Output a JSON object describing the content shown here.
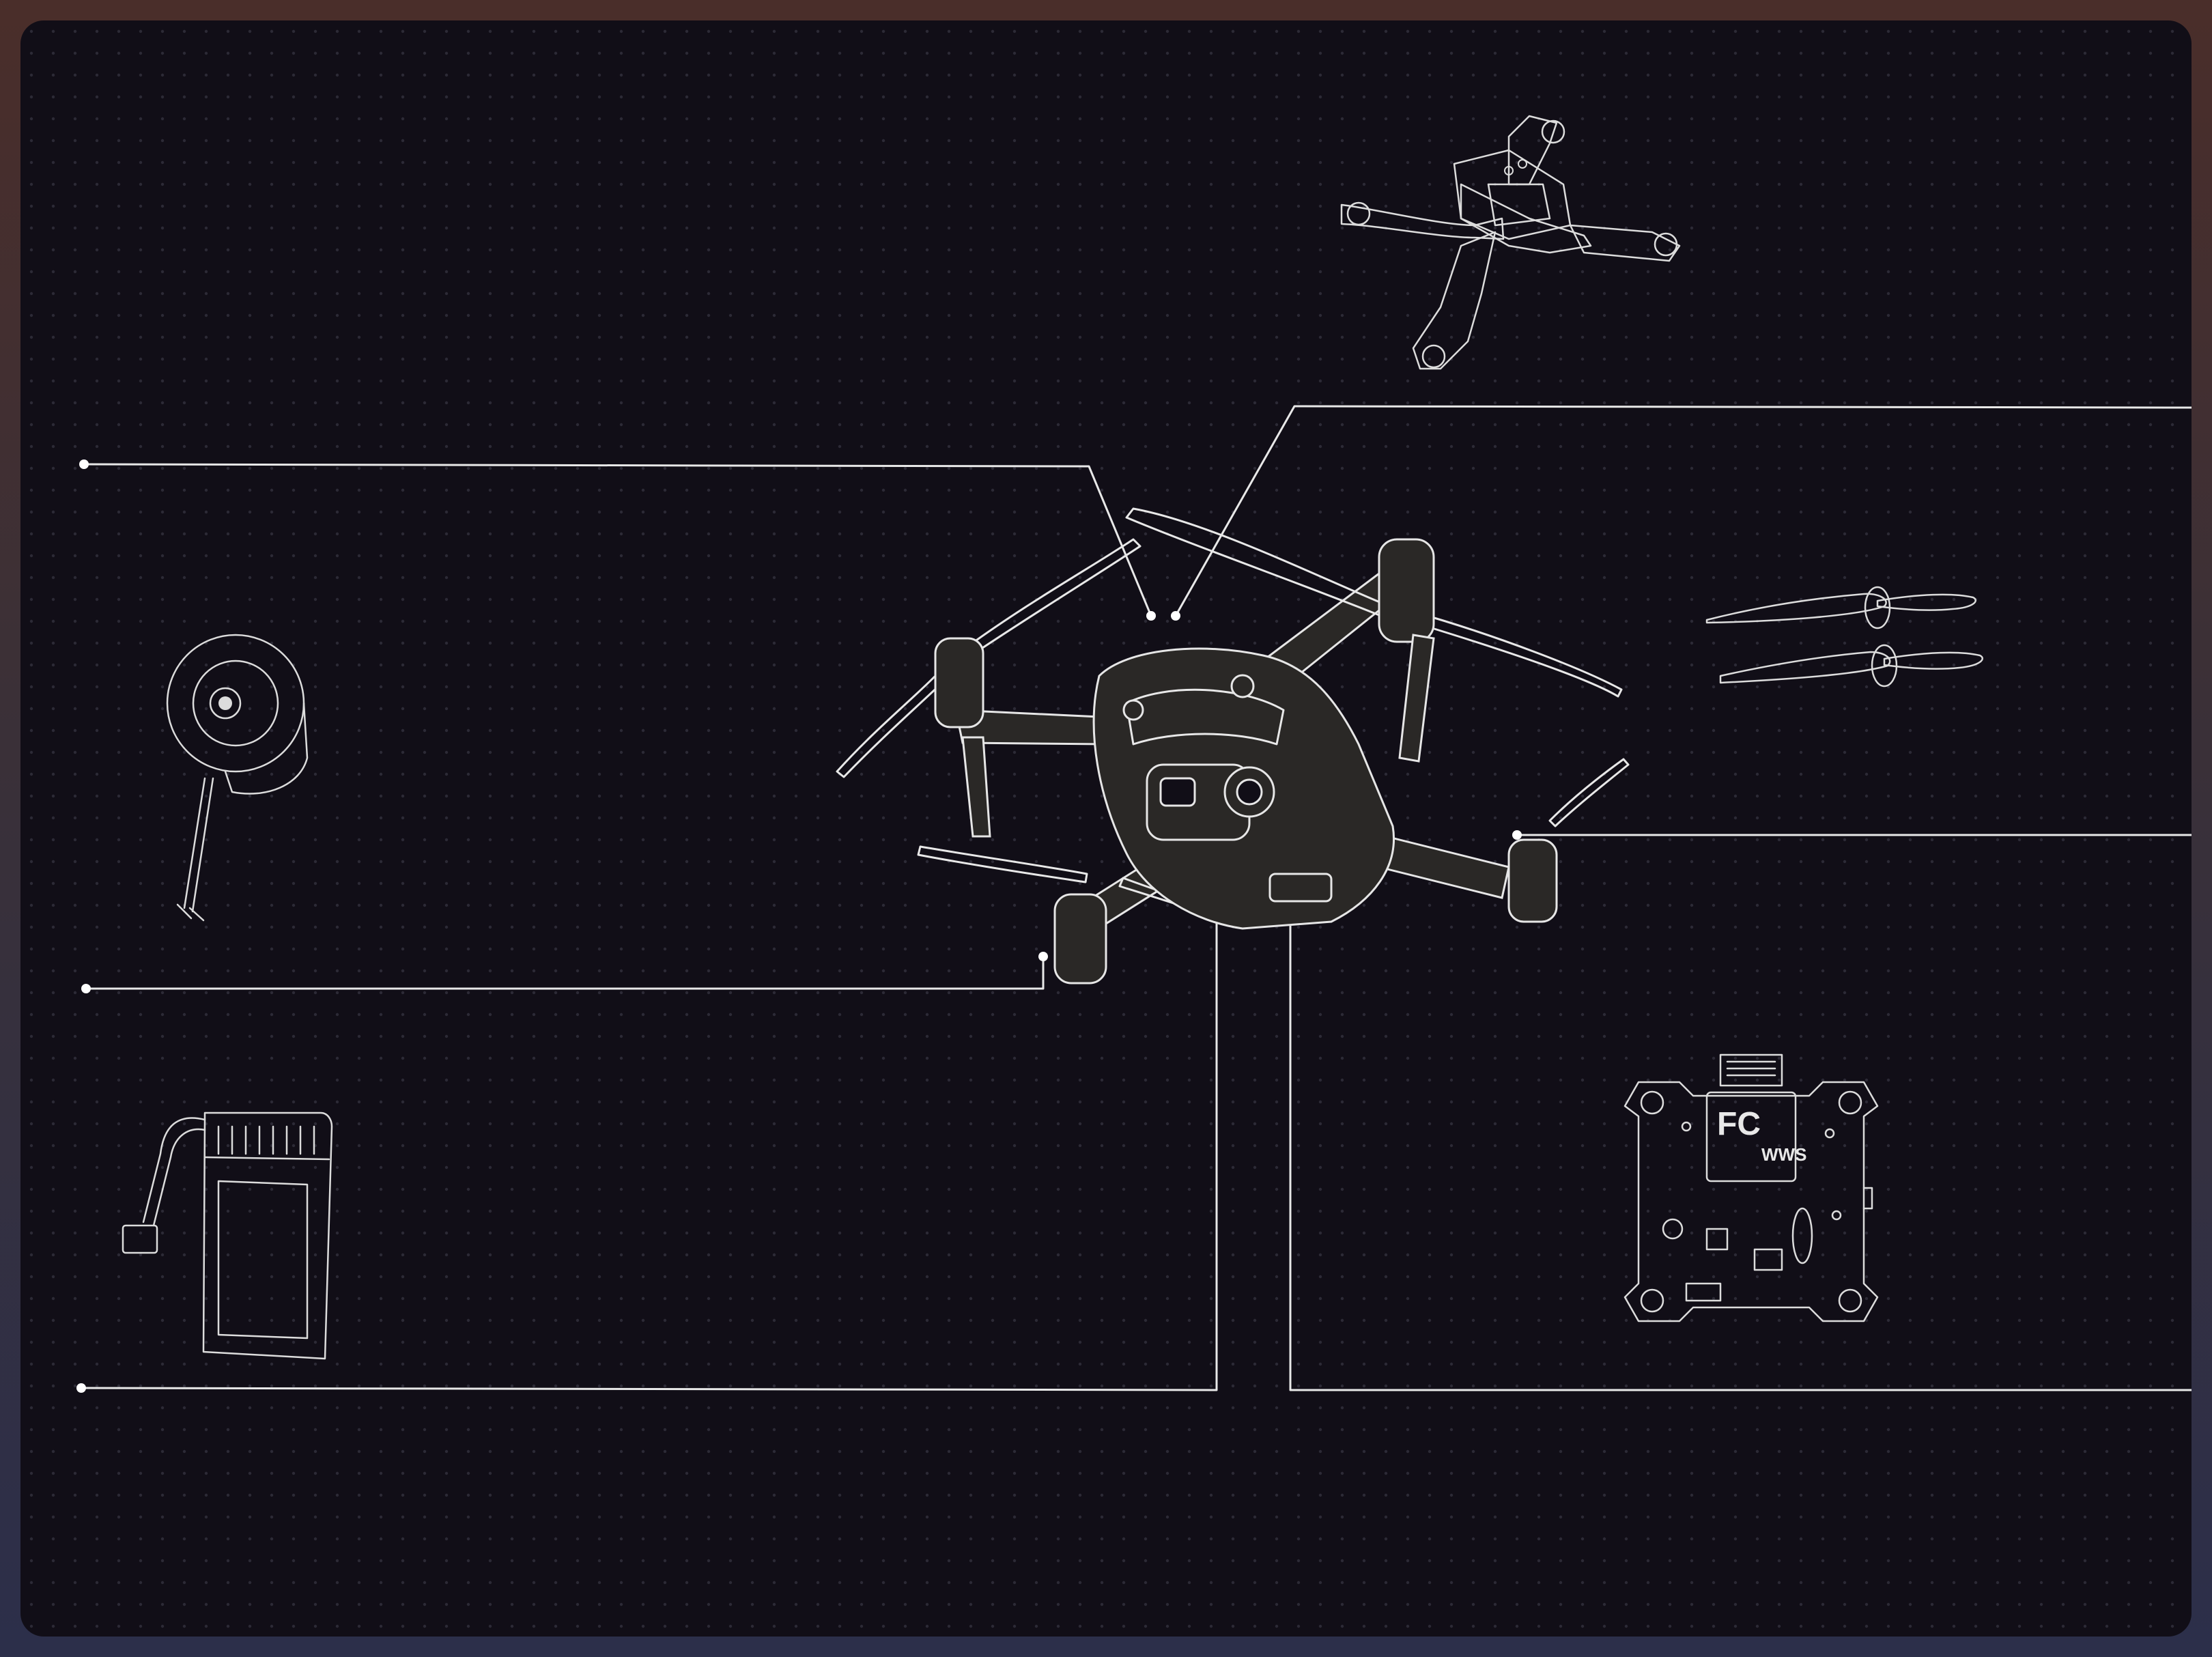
{
  "theme": {
    "background": "#110e17",
    "frame_top": "#4a2e2a",
    "frame_bottom": "#2c2f4a",
    "line": "#e8e8e8"
  },
  "illustrations": {
    "main": "quadcopter-drone",
    "parts": [
      "frame",
      "propellers",
      "motor",
      "battery",
      "flight-controller"
    ]
  },
  "flight_controller": {
    "label_1": "FC",
    "label_2": "WWS"
  }
}
